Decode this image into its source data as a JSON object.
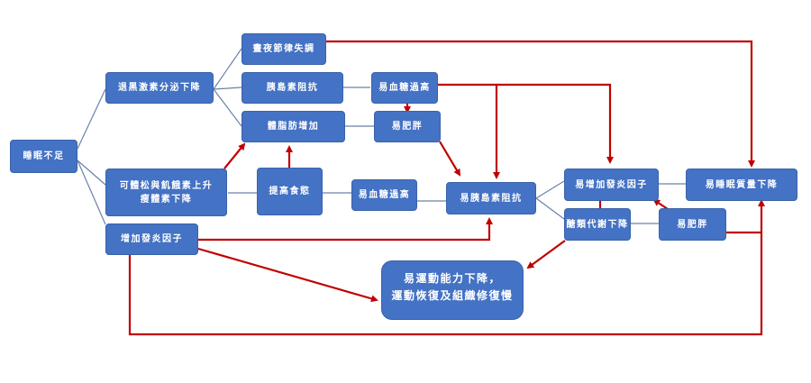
{
  "colors": {
    "node_fill": "#4472c4",
    "causal_arrow": "#c00000",
    "branch_line": "#6a82a8"
  },
  "nodes": {
    "sleep_deprivation": "睡眠不足",
    "melatonin_down": "退黑激素分泌下降",
    "circadian_disorder": "晝夜節律失調",
    "insulin_resistance": "胰島素阻抗",
    "body_fat_up": "體脂肪增加",
    "cortisol_ghrelin": {
      "line1": "可體松與飢餓素上升",
      "line2": "瘦體素下降"
    },
    "appetite_up": "提高食慾",
    "inflammation_up": "增加發炎因子",
    "high_blood_sugar_1": "易血糖過高",
    "obesity_1": "易肥胖",
    "high_blood_sugar_2": "易血糖過高",
    "prone_insulin_resistance": "易胰島素阻抗",
    "prone_inflammation": "易增加發炎因子",
    "glucose_metabolism_down": "醣類代謝下降",
    "obesity_2": "易肥胖",
    "sleep_quality_down": "易睡眠質量下降",
    "exercise_decline": {
      "line1": "易運動能力下降，",
      "line2": "運動恢復及組織修復慢"
    }
  },
  "branch_links": [
    [
      "sleep_deprivation",
      "melatonin_down"
    ],
    [
      "sleep_deprivation",
      "cortisol_ghrelin"
    ],
    [
      "sleep_deprivation",
      "inflammation_up"
    ],
    [
      "melatonin_down",
      "circadian_disorder"
    ],
    [
      "melatonin_down",
      "insulin_resistance"
    ],
    [
      "melatonin_down",
      "body_fat_up"
    ],
    [
      "insulin_resistance",
      "high_blood_sugar_1"
    ],
    [
      "body_fat_up",
      "obesity_1"
    ],
    [
      "cortisol_ghrelin",
      "appetite_up"
    ],
    [
      "appetite_up",
      "high_blood_sugar_2"
    ],
    [
      "high_blood_sugar_2",
      "prone_insulin_resistance"
    ],
    [
      "prone_insulin_resistance",
      "prone_inflammation"
    ],
    [
      "prone_insulin_resistance",
      "glucose_metabolism_down"
    ],
    [
      "prone_inflammation",
      "sleep_quality_down"
    ],
    [
      "glucose_metabolism_down",
      "obesity_2"
    ]
  ],
  "causal_arrows": [
    [
      "circadian_disorder",
      "sleep_quality_down"
    ],
    [
      "high_blood_sugar_1",
      "obesity_1"
    ],
    [
      "high_blood_sugar_1",
      "prone_insulin_resistance"
    ],
    [
      "high_blood_sugar_1",
      "prone_inflammation"
    ],
    [
      "obesity_1",
      "prone_insulin_resistance"
    ],
    [
      "cortisol_ghrelin",
      "body_fat_up"
    ],
    [
      "appetite_up",
      "body_fat_up"
    ],
    [
      "inflammation_up",
      "prone_insulin_resistance"
    ],
    [
      "inflammation_up",
      "exercise_decline"
    ],
    [
      "inflammation_up",
      "sleep_quality_down"
    ],
    [
      "glucose_metabolism_down",
      "prone_inflammation"
    ],
    [
      "glucose_metabolism_down",
      "exercise_decline"
    ],
    [
      "obesity_2",
      "prone_inflammation"
    ],
    [
      "obesity_2",
      "sleep_quality_down"
    ]
  ]
}
